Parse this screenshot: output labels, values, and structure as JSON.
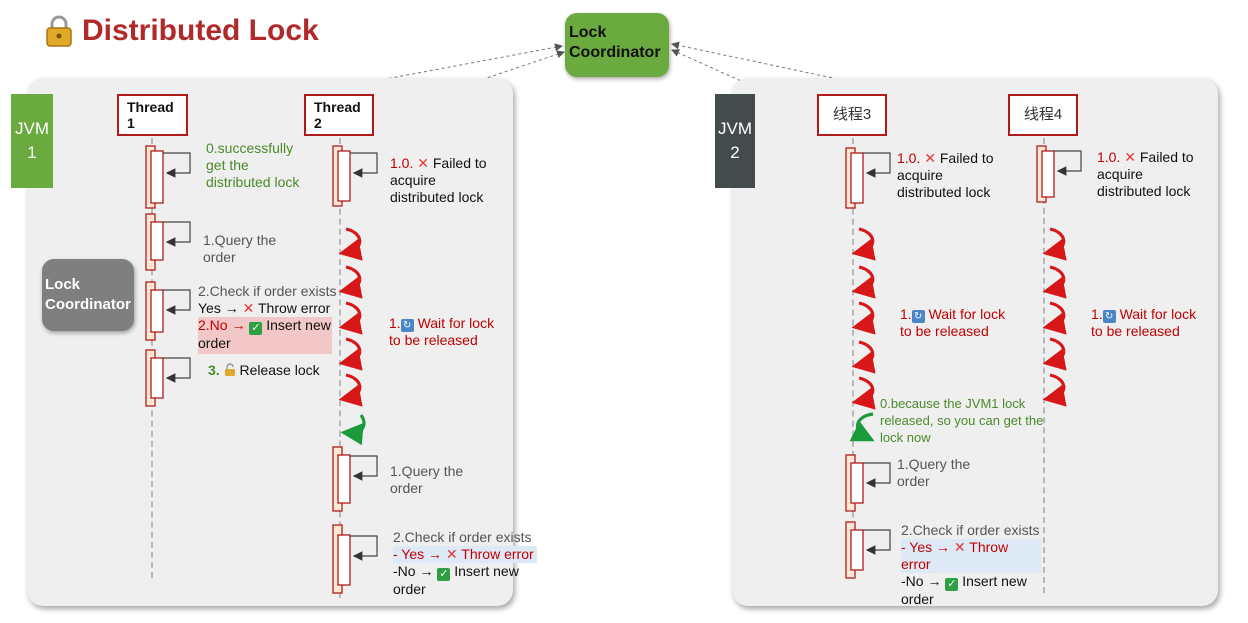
{
  "title": "Distributed Lock",
  "top_coordinator": {
    "label_line1": "Lock",
    "label_line2": "Coordinator"
  },
  "inner_coordinator": {
    "label_line1": "Lock",
    "label_line2": "Coordinator"
  },
  "jvm1": {
    "line1": "JVM",
    "line2": "1"
  },
  "jvm2": {
    "line1": "JVM",
    "line2": "2"
  },
  "thread1": {
    "line1": "Thread",
    "line2": "1"
  },
  "thread2": {
    "line1": "Thread",
    "line2": "2"
  },
  "thread3": {
    "label": "线程3"
  },
  "thread4": {
    "label": "线程4"
  },
  "t1_step0": {
    "line1": "0.successfully",
    "line2": "get the",
    "line3": "distributed lock"
  },
  "t1_step1": {
    "line1": "1.Query the",
    "line2": "order"
  },
  "t1_step2": {
    "line1": "2.Check if order exists",
    "yes_prefix": "Yes →",
    "yes_text": "Throw error",
    "no_prefix": "2.No →",
    "no_text": "Insert new",
    "no_line2": "order"
  },
  "t1_step3": {
    "num": "3.",
    "text": "Release lock"
  },
  "t2_fail": {
    "num": "1.0.",
    "line1": "Failed to",
    "line2": "acquire",
    "line3": "distributed lock"
  },
  "t2_wait": {
    "num": "1.",
    "line1": "Wait for lock",
    "line2": "to be released"
  },
  "t2_step1": {
    "line1": "1.Query the",
    "line2": "order"
  },
  "t2_step2": {
    "line1": "2.Check if order exists",
    "yes_prefix": "- Yes →",
    "yes_text": "Throw error",
    "no_prefix": "-No →",
    "no_text": "Insert new",
    "no_line2": "order"
  },
  "t3_fail": {
    "num": "1.0.",
    "line1": "Failed to",
    "line2": "acquire",
    "line3": "distributed lock"
  },
  "t3_wait": {
    "num": "1.",
    "line1": "Wait for lock",
    "line2": "to be released"
  },
  "t3_got": {
    "line1": "0.because the JVM1 lock",
    "line2": "released, so you can get the",
    "line3": "lock now"
  },
  "t3_step1": {
    "line1": "1.Query the",
    "line2": "order"
  },
  "t3_step2": {
    "line1": "2.Check if order exists",
    "yes_prefix": "- Yes →",
    "yes_text": "Throw error",
    "no_prefix": "-No →",
    "no_text": "Insert new",
    "no_line2": "order"
  },
  "t4_fail": {
    "num": "1.0.",
    "line1": "Failed to",
    "line2": "acquire",
    "line3": "distributed lock"
  },
  "t4_wait": {
    "num": "1.",
    "line1": "Wait for lock",
    "line2": "to be released"
  },
  "colors": {
    "title": "#b12a2a",
    "jvm1": "#6aaa3f",
    "jvm2": "#444b4c",
    "coordinator": "#6aaa3f",
    "error": "#c00000",
    "success": "#4b8a2a"
  },
  "icons": [
    "lock-icon",
    "cross-icon",
    "checkmark-icon",
    "refresh-icon",
    "wait-arrow-icon",
    "acquired-arrow-icon",
    "padlock-icon"
  ]
}
